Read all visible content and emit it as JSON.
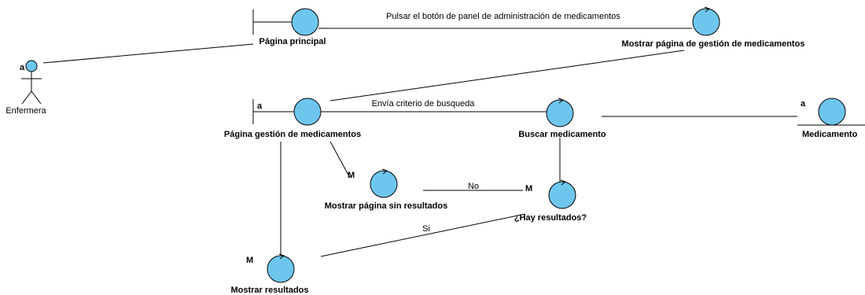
{
  "actor": {
    "name": "Enfermera",
    "tag": "a"
  },
  "nodes": {
    "pagina_principal": {
      "label": "Página principal"
    },
    "mostrar_gestion": {
      "label": "Mostrar página de gestión de medicamentos"
    },
    "pagina_gestion": {
      "label": "Página gestión de medicamentos",
      "tag": "a"
    },
    "buscar": {
      "label": "Buscar medicamento"
    },
    "medicamento": {
      "label": "Medicamento",
      "tag": "a"
    },
    "sin_resultados": {
      "label": "Mostrar página sin resultados",
      "tag": "M"
    },
    "hay_resultados": {
      "label": "¿Hay resultados?",
      "tag": "M"
    },
    "mostrar_resultados": {
      "label": "Mostrar resultados",
      "tag": "M"
    }
  },
  "messages": {
    "m1": "Pulsar el botón de panel de administración de medicamentos",
    "m2": "Envía criterio de busqueda",
    "no": "No",
    "si": "Si"
  },
  "colors": {
    "object_fill": "#6ec6ee",
    "stroke": "#000000"
  }
}
